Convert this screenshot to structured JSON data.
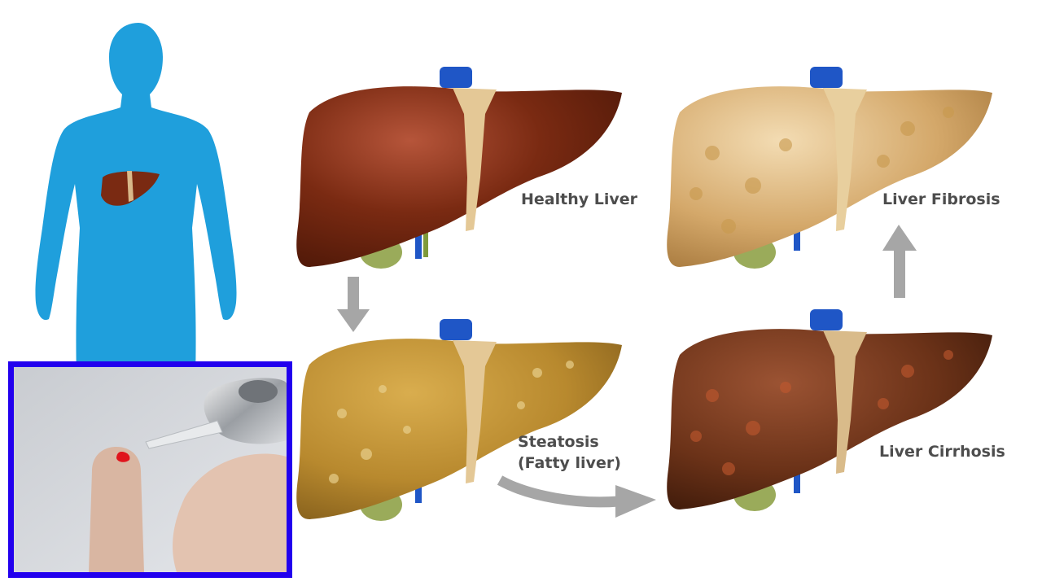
{
  "colors": {
    "silhouette": "#1f9fdc",
    "healthy": "#7a2a12",
    "steatosis": "#b8892e",
    "fibrosis": "#d4a86a",
    "cirrhosis": "#6b3218",
    "arrow": "#a6a6a6",
    "inset_border": "#2200ee",
    "vessel_blue": "#1f56c6",
    "gallbladder": "#9aab5a"
  },
  "stages": {
    "healthy": {
      "label": "Healthy Liver"
    },
    "steatosis": {
      "label_line1": "Steatosis",
      "label_line2": "(Fatty liver)"
    },
    "cirrhosis": {
      "label": "Liver Cirrhosis"
    },
    "fibrosis": {
      "label": "Liver Fibrosis"
    }
  },
  "icons": {
    "body": "human-silhouette-icon",
    "finger": "finger-prick-icon",
    "lancet": "lancet-device-icon"
  }
}
